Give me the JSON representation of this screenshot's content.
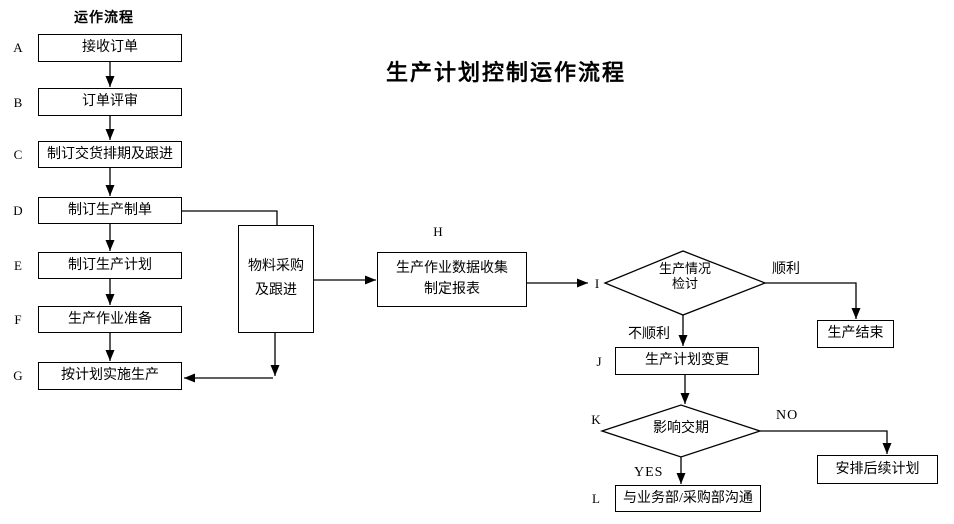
{
  "header": {
    "column_title": "运作流程",
    "main_title": "生产计划控制运作流程"
  },
  "nodes": {
    "a": {
      "letter": "A",
      "label": "接收订单"
    },
    "b": {
      "letter": "B",
      "label": "订单评审"
    },
    "c": {
      "letter": "C",
      "label": "制订交货排期及跟进"
    },
    "d": {
      "letter": "D",
      "label": "制订生产制单"
    },
    "e": {
      "letter": "E",
      "label": "制订生产计划"
    },
    "f": {
      "letter": "F",
      "label": "生产作业准备"
    },
    "g": {
      "letter": "G",
      "label": "按计划实施生产"
    },
    "material": {
      "line1": "物料采购",
      "line2": "及跟进"
    },
    "h": {
      "letter": "H",
      "line1": "生产作业数据收集",
      "line2": "制定报表"
    },
    "i": {
      "letter": "I",
      "line1": "生产情况",
      "line2": "检讨"
    },
    "production_end": {
      "label": "生产结束"
    },
    "j": {
      "letter": "J",
      "label": "生产计划变更"
    },
    "k": {
      "letter": "K",
      "label": "影响交期"
    },
    "followup_plan": {
      "label": "安排后续计划"
    },
    "l": {
      "letter": "L",
      "label": "与业务部/采购部沟通"
    }
  },
  "edge_labels": {
    "smooth": "顺利",
    "not_smooth": "不顺利",
    "no": "NO",
    "yes": "YES"
  },
  "colors": {
    "line": "#000000",
    "border": "#000000",
    "text": "#000000",
    "background": "#ffffff"
  }
}
